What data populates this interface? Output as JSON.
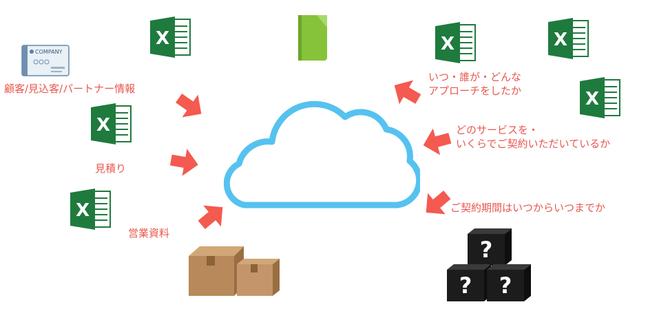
{
  "labels": {
    "customers": "顧客/見込客/パートナー情報",
    "estimate": "見積り",
    "sales_docs": "営業資料",
    "who_when_line1": "いつ・誰が・どんな",
    "who_when_line2": "アプローチをしたか",
    "services_line1": "どのサービスを・",
    "services_line2": "いくらでご契約いただいているか",
    "period": "ご契約期間はいつからいつまでか"
  },
  "business_card": {
    "company": "COMPANY"
  },
  "icons": {
    "excel_letter": "X",
    "question_mark": "?"
  },
  "colors": {
    "label_text": "#e8574f",
    "arrow": "#f45a4f",
    "cloud_outline": "#56c2ef",
    "excel_green": "#1f7a3e",
    "notebook_green": "#86c33a",
    "box_brown": "#b8895a",
    "black_box": "#1c1c1c"
  }
}
